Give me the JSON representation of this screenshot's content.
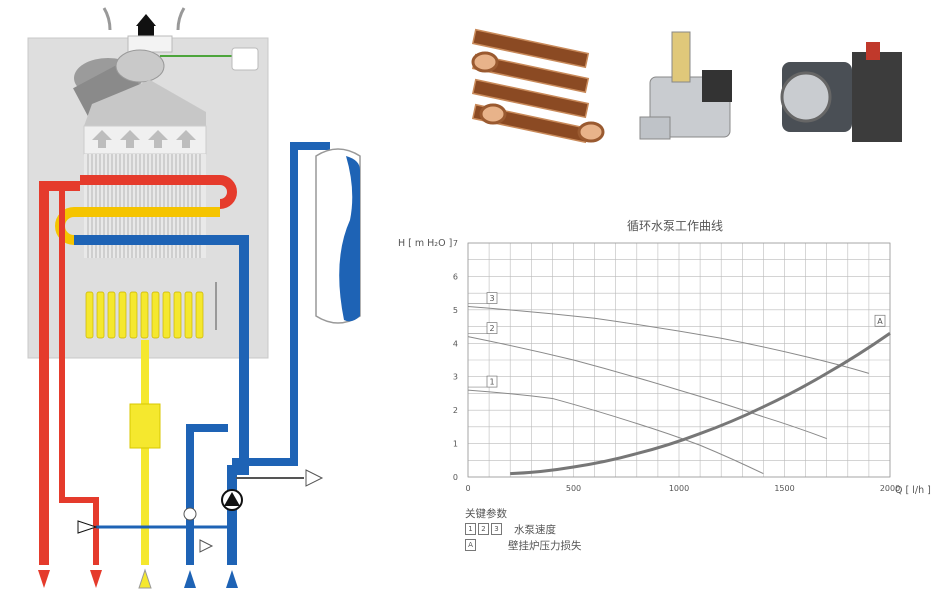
{
  "chart_data": {
    "type": "line",
    "title": "循环水泵工作曲线",
    "ylabel": "H [ m H₂O ]",
    "xlabel": "Q [ l/h ]",
    "xlim": [
      0,
      2000
    ],
    "ylim": [
      0,
      7
    ],
    "x_ticks": [
      0,
      500,
      1000,
      1500,
      2000
    ],
    "y_ticks": [
      0,
      1,
      2,
      3,
      4,
      5,
      6,
      7
    ],
    "grid": true,
    "series": [
      {
        "name": "1",
        "x": [
          0,
          400,
          800,
          1100,
          1400
        ],
        "y": [
          2.6,
          2.35,
          1.6,
          0.95,
          0.1
        ]
      },
      {
        "name": "2",
        "x": [
          0,
          500,
          1000,
          1400,
          1700
        ],
        "y": [
          4.2,
          3.5,
          2.6,
          1.8,
          1.15
        ]
      },
      {
        "name": "3",
        "x": [
          0,
          600,
          1200,
          1600,
          1900
        ],
        "y": [
          5.1,
          4.75,
          4.15,
          3.6,
          3.1
        ]
      },
      {
        "name": "A",
        "x": [
          200,
          500,
          800,
          1100,
          1400,
          1700,
          2000
        ],
        "y": [
          0.1,
          0.3,
          0.7,
          1.3,
          2.1,
          3.1,
          4.3
        ]
      }
    ]
  },
  "legend": {
    "heading": "关键参数",
    "pump_boxes": [
      "1",
      "2",
      "3"
    ],
    "pump_label": "水泵速度",
    "a_box": "A",
    "a_label": "壁挂炉压力损失"
  },
  "colors": {
    "hot": "#e53b2c",
    "cold": "#1e63b5",
    "gas": "#f5e82e",
    "heating": "#f5c400"
  }
}
